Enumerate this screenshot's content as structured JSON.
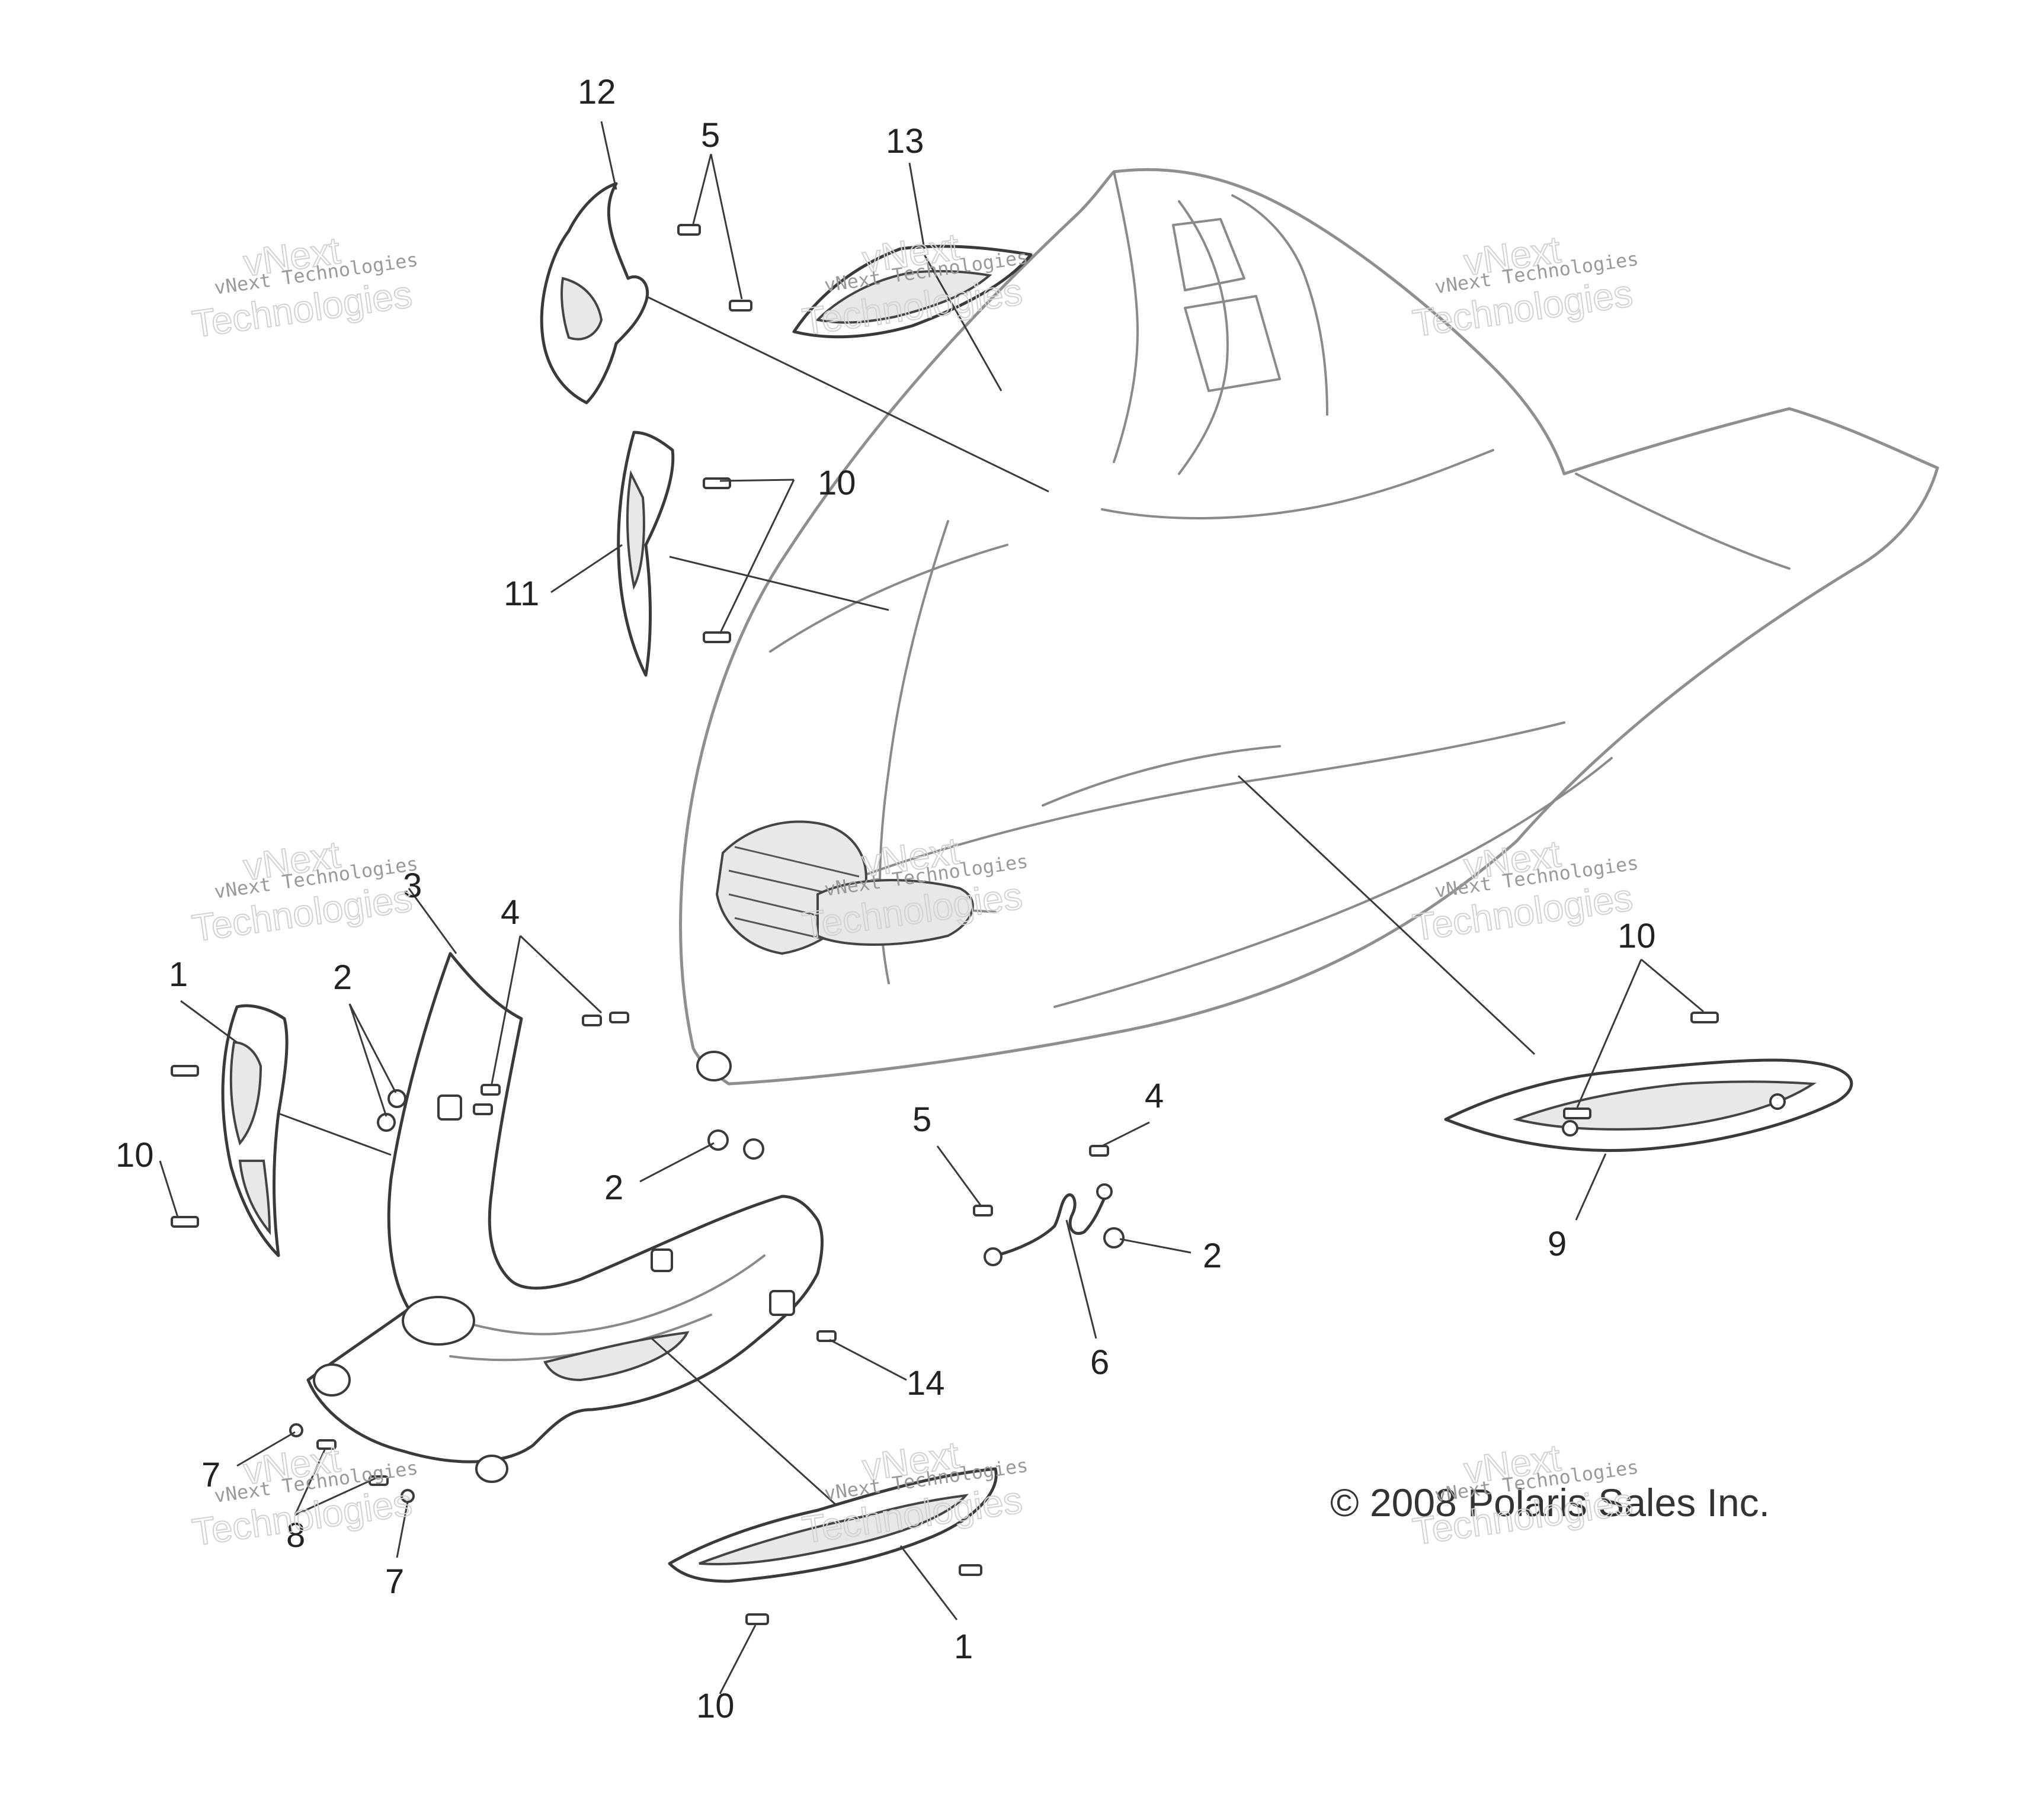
{
  "callouts": [
    {
      "id": "c12",
      "label": "12"
    },
    {
      "id": "c5a",
      "label": "5"
    },
    {
      "id": "c13",
      "label": "13"
    },
    {
      "id": "c10a",
      "label": "10"
    },
    {
      "id": "c11",
      "label": "11"
    },
    {
      "id": "c3",
      "label": "3"
    },
    {
      "id": "c4a",
      "label": "4"
    },
    {
      "id": "c1a",
      "label": "1"
    },
    {
      "id": "c2a",
      "label": "2"
    },
    {
      "id": "c10b",
      "label": "10"
    },
    {
      "id": "c2b",
      "label": "2"
    },
    {
      "id": "c5b",
      "label": "5"
    },
    {
      "id": "c4b",
      "label": "4"
    },
    {
      "id": "c2c",
      "label": "2"
    },
    {
      "id": "c6",
      "label": "6"
    },
    {
      "id": "c14",
      "label": "14"
    },
    {
      "id": "c10c",
      "label": "10"
    },
    {
      "id": "c9",
      "label": "9"
    },
    {
      "id": "c7a",
      "label": "7"
    },
    {
      "id": "c8",
      "label": "8"
    },
    {
      "id": "c7b",
      "label": "7"
    },
    {
      "id": "c1b",
      "label": "1"
    },
    {
      "id": "c10d",
      "label": "10"
    }
  ],
  "copyright": "© 2008 Polaris Sales Inc.",
  "watermark": {
    "brand_line": "vNext Technologies",
    "outline_top": "vNext",
    "outline_bottom": "Technologies"
  }
}
